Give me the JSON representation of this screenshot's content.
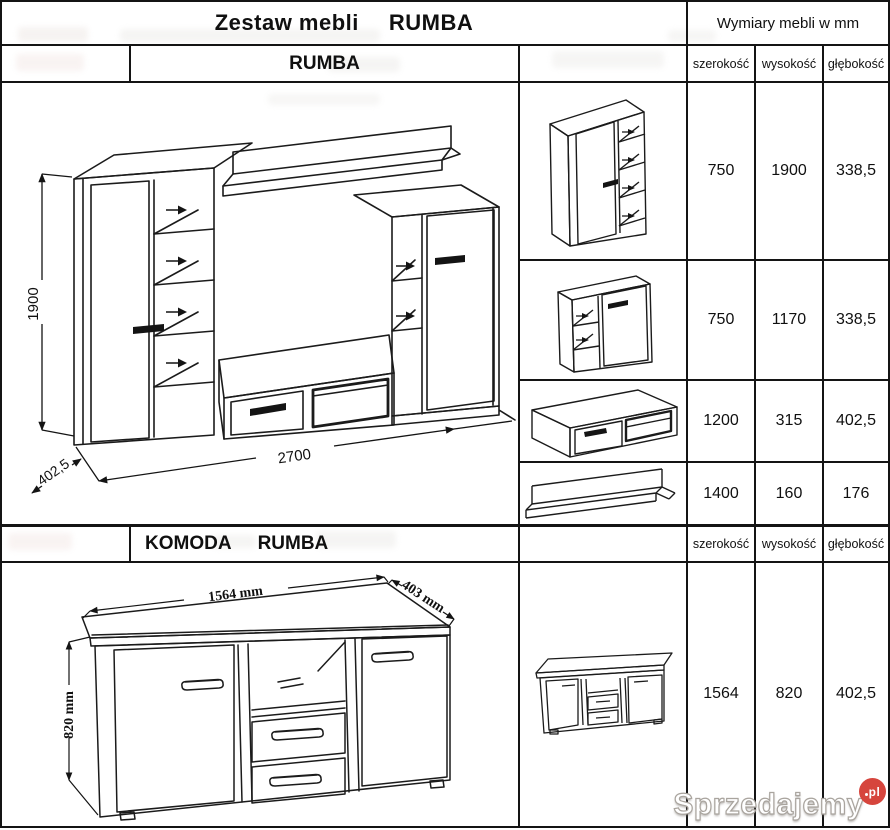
{
  "header": {
    "title_prefix": "Zestaw mebli",
    "title_name": "RUMBA",
    "dims_title": "Wymiary mebli w mm"
  },
  "columns": [
    "szerokość",
    "wysokość",
    "głębokość"
  ],
  "section_rumba": {
    "label": "RUMBA",
    "rows": [
      {
        "w": "750",
        "h": "1900",
        "d": "338,5"
      },
      {
        "w": "750",
        "h": "1170",
        "d": "338,5"
      },
      {
        "w": "1200",
        "h": "315",
        "d": "402,5"
      },
      {
        "w": "1400",
        "h": "160",
        "d": "176"
      }
    ]
  },
  "section_komoda": {
    "label_prefix": "KOMODA",
    "label_name": "RUMBA",
    "rows": [
      {
        "w": "1564",
        "h": "820",
        "d": "402,5"
      }
    ]
  },
  "drawing_wall_unit": {
    "height": "1900",
    "depth": "402,5",
    "width": "2700"
  },
  "drawing_komoda": {
    "width": "1564 mm",
    "depth": "403 mm",
    "height": "820 mm"
  },
  "watermark": {
    "name": "Sprzedajemy",
    "tld": "pl",
    "badge_color": "#d6453d"
  }
}
